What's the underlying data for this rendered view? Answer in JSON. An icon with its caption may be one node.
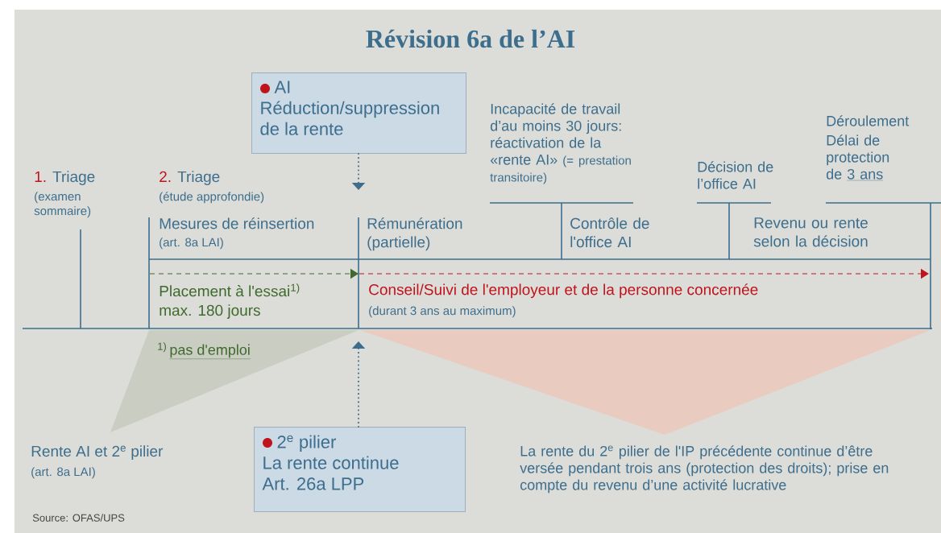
{
  "diagram": {
    "title": "Révision 6a de l’AI",
    "nodes": [
      {
        "text": [
          "AI",
          "Réduction/suppression de la rente"
        ]
      },
      {
        "text": [
          "2$^{e}$ pilier",
          "La rente continue",
          "Art. 26a LPP"
        ]
      },
      {
        "text": [],
        "shape": "timeline"
      }
    ],
    "edges": [
      {
        "from": 0,
        "to": 2,
        "arrow": "to",
        "style": "dashed"
      },
      {
        "from": 1,
        "to": 2,
        "arrow": "to",
        "style": "dashed"
      }
    ],
    "labels": [
      "1.",
      "Triage",
      "(examen sommaire)",
      "2.",
      "Triage",
      "(étude approfondie)",
      "Incapacité de travail d’au moins 30 jours: réactivation de la «rente AI»",
      "(= prestation transitoire)",
      "Décision de l’office AI",
      "Déroulement",
      "Délai de protection de",
      "3 ans",
      "Mesures de réinsertion",
      "(art. 8a LAI)",
      "Rémunération (partielle)",
      "Contrôle de l'office AI",
      "Revenu ou rente selon la décision",
      "Placement à l'essai$^{1)}$",
      "max. 180 jours",
      "Conseil/Suivi de l'employeur et de la personne concernée",
      "(durant 3 ans au maximum)",
      "1)",
      "pas d'emploi",
      "Rente AI et 2$^{e}$ pilier",
      "(art. 8a LAI)",
      "La rente du 2$^{e}$ pilier de l'IP précédente continue d’être versée pendant trois ans (protection des droits); prise en compte du revenu d’une activité lucrative",
      "Source: OFAS/UPS"
    ]
  }
}
